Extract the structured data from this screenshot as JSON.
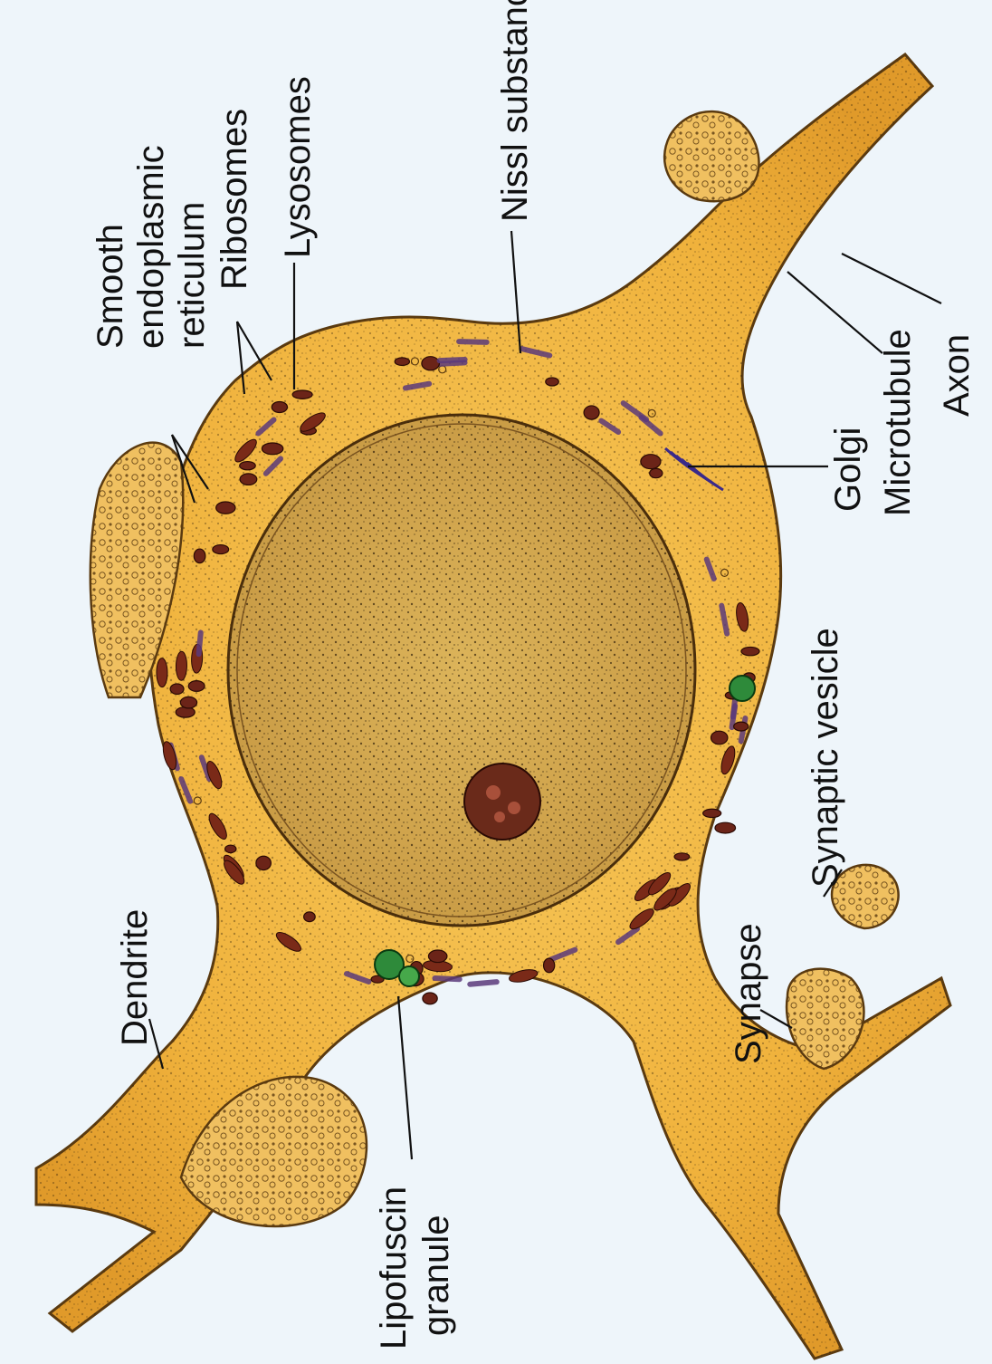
{
  "labels": {
    "smooth_er": [
      "Smooth",
      "endoplasmic",
      "reticulum"
    ],
    "ribosomes": "Ribosomes",
    "lysosomes": "Lysosomes",
    "nissl": "Nissl substance",
    "golgi": "Golgi",
    "microtubule": "Microtubule",
    "axon": "Axon",
    "synaptic_vesicle": "Synaptic vesicle",
    "synapse": "Synapse",
    "dendrite": "Dendrite",
    "lipofuscin": [
      "Lipofuscin",
      "granule"
    ]
  },
  "colors": {
    "background": "#eef5fa",
    "cytoplasm": "#f2b640",
    "cytoplasm_edge": "#5a3a10",
    "nucleus": "#d6a94c",
    "nucleolus": "#6a2a1a",
    "mitochondria": "#6b2418",
    "nissl": "#5a3a7a",
    "lipofuscin": "#2e8a3a",
    "terminal": "#f0c060"
  }
}
